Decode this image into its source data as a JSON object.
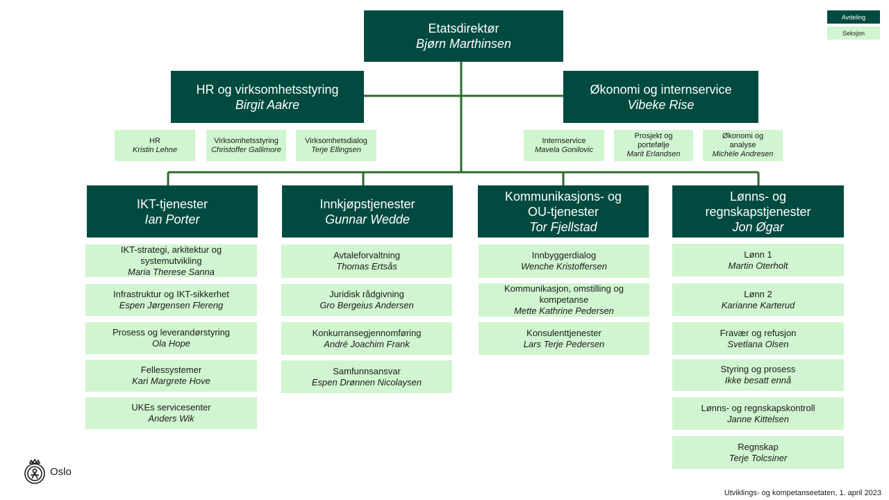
{
  "director": {
    "title": "Etatsdirektør",
    "name": "Bjørn Marthinsen"
  },
  "staff": [
    {
      "title": "HR og virksomhetsstyring",
      "name": "Birgit Aakre",
      "sections": [
        {
          "title": "HR",
          "name": "Kristin Lehne"
        },
        {
          "title": "Virksomhetsstyring",
          "name": "Christoffer Gallimore"
        },
        {
          "title": "Virksomhetsdialog",
          "name": "Terje Ellingsen"
        }
      ]
    },
    {
      "title": "Økonomi og internservice",
      "name": "Vibeke Rise",
      "sections": [
        {
          "title": "Internservice",
          "name": "Mavela Gonilovic"
        },
        {
          "title": "Prosjekt og portefølje",
          "name": "Marit Erlandsen"
        },
        {
          "title": "Økonomi og analyse",
          "name": "Michèle Andresen"
        }
      ]
    }
  ],
  "departments": [
    {
      "title": "IKT-tjenester",
      "name": "Ian Porter",
      "sections": [
        {
          "title": "IKT-strategi, arkitektur og systemutvikling",
          "name": "Maria Therese Sanna"
        },
        {
          "title": "Infrastruktur og IKT-sikkerhet",
          "name": "Espen Jørgensen Flereng"
        },
        {
          "title": "Prosess og leverandørstyring",
          "name": "Ola Hope"
        },
        {
          "title": "Fellessystemer",
          "name": "Kari Margrete Hove"
        },
        {
          "title": "UKEs servicesenter",
          "name": "Anders Wik"
        }
      ]
    },
    {
      "title": "Innkjøpstjenester",
      "name": "Gunnar Wedde",
      "sections": [
        {
          "title": "Avtaleforvaltning",
          "name": "Thomas Ertsås"
        },
        {
          "title": "Juridisk rådgivning",
          "name": "Gro Bergeius Andersen"
        },
        {
          "title": "Konkurransegjennomføring",
          "name": "André Joachim Frank"
        },
        {
          "title": "Samfunnsansvar",
          "name": "Espen Drønnen Nicolaysen"
        }
      ]
    },
    {
      "title": "Kommunikasjons- og OU-tjenester",
      "name": "Tor Fjellstad",
      "sections": [
        {
          "title": "Innbyggerdialog",
          "name": "Wenche Kristoffersen"
        },
        {
          "title": "Kommunikasjon, omstilling og kompetanse",
          "name": "Mette Kathrine Pedersen"
        },
        {
          "title": "Konsulenttjenester",
          "name": "Lars Terje Pedersen"
        }
      ]
    },
    {
      "title": "Lønns- og regnskapstjenester",
      "name": "Jon Øgar",
      "sections": [
        {
          "title": "Lønn 1",
          "name": "Martin Oterholt"
        },
        {
          "title": "Lønn 2",
          "name": "Karianne Karterud"
        },
        {
          "title": "Fravær og refusjon",
          "name": "Svetlana Olsen"
        },
        {
          "title": "Styring og prosess",
          "name": "Ikke besatt ennå"
        },
        {
          "title": "Lønns- og regnskapskontroll",
          "name": "Janne Kittelsen"
        },
        {
          "title": "Regnskap",
          "name": "Terje Tolcsiner"
        }
      ]
    }
  ],
  "legend": {
    "department": "Avdeling",
    "section": "Seksjon"
  },
  "logo": {
    "text": "Oslo"
  },
  "footer": {
    "text": "Utviklings- og kompetanseetaten, 1. april 2023"
  },
  "colors": {
    "department": "#004a3f",
    "section": "#d0f5d0",
    "line": "#2d6a2d"
  }
}
